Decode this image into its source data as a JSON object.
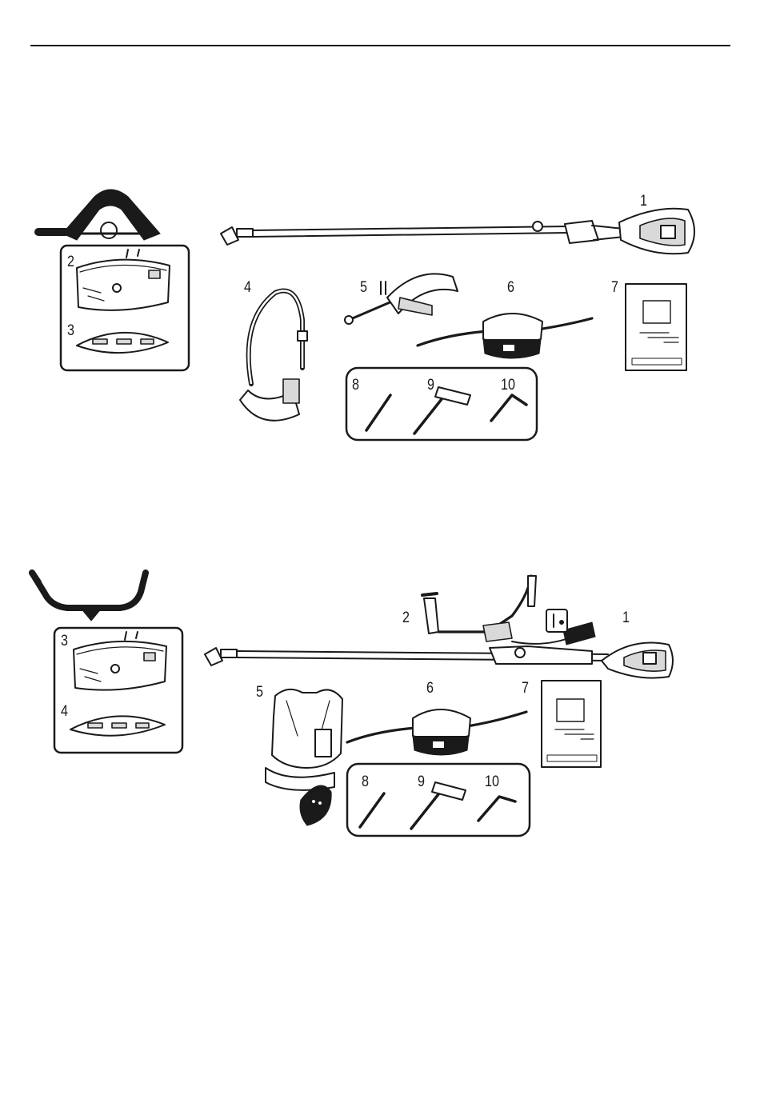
{
  "top_figure": {
    "labels": [
      "1",
      "2",
      "3",
      "4",
      "5",
      "6",
      "7",
      "8",
      "9",
      "10"
    ]
  },
  "bottom_figure": {
    "labels": [
      "1",
      "2",
      "3",
      "4",
      "5",
      "6",
      "7",
      "8",
      "9",
      "10"
    ]
  },
  "icons": {
    "loop_handle": "loop-handle-icon",
    "bike_handle": "bike-handle-icon",
    "trimmer": "trimmer-shaft-icon",
    "guard": "grass-guard-icon",
    "guard_extension": "guard-extension-icon",
    "strap": "shoulder-strap-icon",
    "harness": "harness-icon",
    "trimmer_head": "trimmer-head-icon",
    "manual": "manual-icon",
    "tools": [
      "pin-icon",
      "socket-wrench-icon",
      "hex-key-icon"
    ]
  },
  "colors": {
    "ink": "#1a1a1a",
    "paper": "#ffffff"
  }
}
